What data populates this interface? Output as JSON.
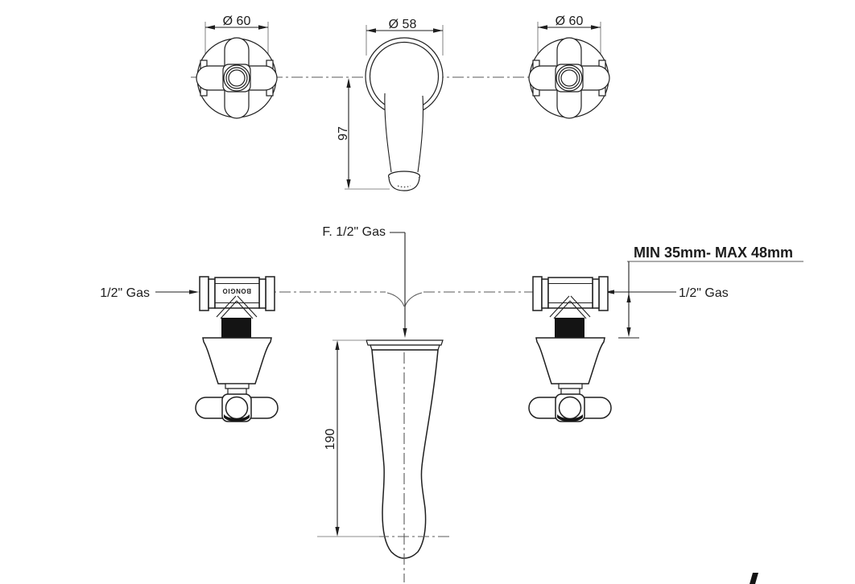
{
  "labels": {
    "dim_left_handle_diameter": "Ø 60",
    "dim_spout_top_diameter": "Ø 58",
    "dim_right_handle_diameter": "Ø 60",
    "dim_spout_reach": "97",
    "dim_spout_height": "190",
    "inlet_center": "F. 1/2\" Gas",
    "inlet_left": "1/2\" Gas",
    "inlet_right": "1/2\" Gas",
    "wall_depth_range": "MIN 35mm- MAX 48mm",
    "brand_marking": "BONGIO"
  },
  "colors": {
    "line": "#1f1f1f",
    "centerline": "#5a5a5a",
    "extension": "#8c8c8c",
    "text": "#1c1c1c",
    "background": "#ffffff"
  }
}
